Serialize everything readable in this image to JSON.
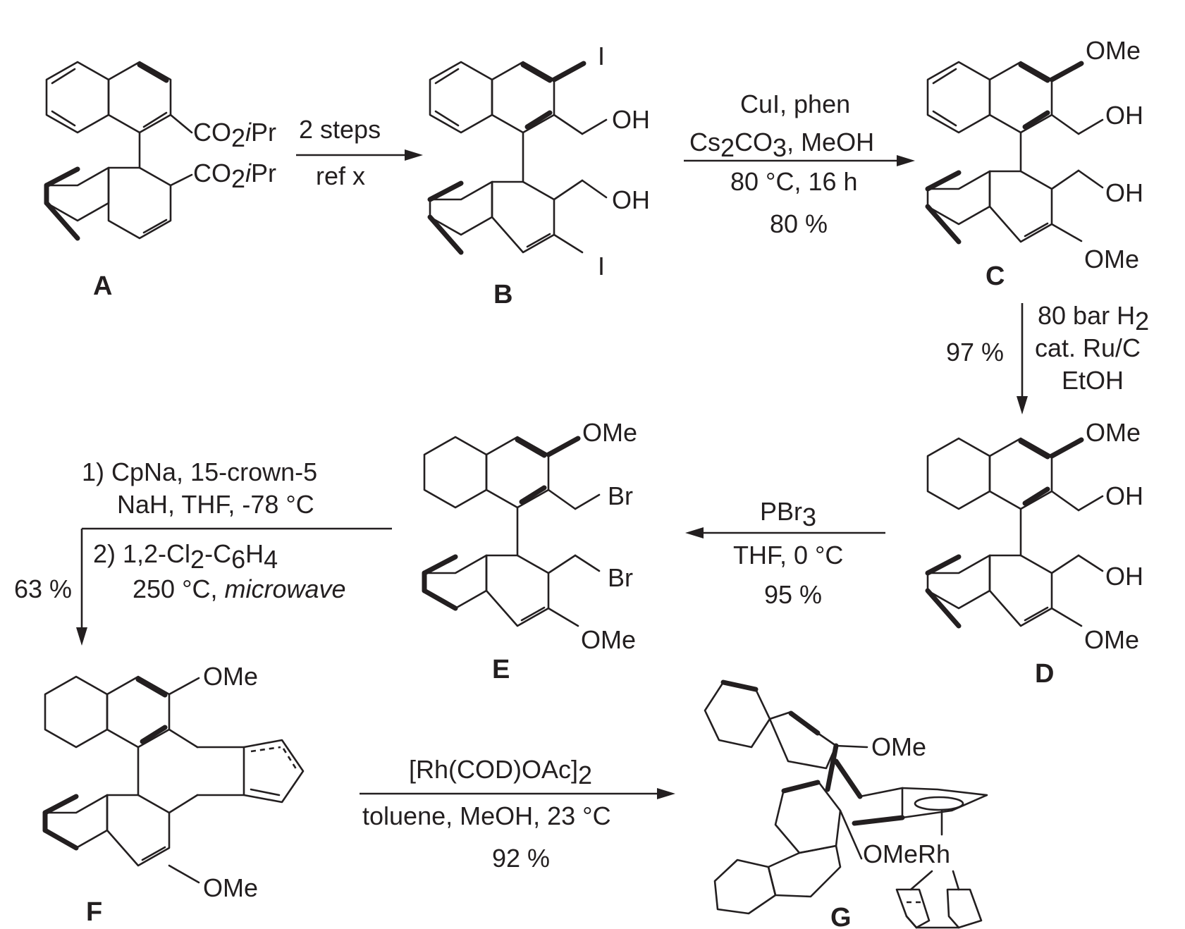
{
  "compounds": {
    "A": {
      "label": "A",
      "sub1": "CO",
      "sub1_2": "2",
      "sub1_3": "i",
      "sub1_4": "Pr"
    },
    "B": {
      "label": "B",
      "sub_i": "I",
      "sub_oh": "OH"
    },
    "C": {
      "label": "C",
      "sub_ome": "OMe",
      "sub_oh": "OH"
    },
    "D": {
      "label": "D",
      "sub_ome": "OMe",
      "sub_oh": "OH"
    },
    "E": {
      "label": "E",
      "sub_ome": "OMe",
      "sub_br": "Br"
    },
    "F": {
      "label": "F",
      "sub_ome": "OMe"
    },
    "G": {
      "label": "G",
      "sub_ome": "OMe",
      "sub_rh": "Rh",
      "sub_omerh": "OMeRh"
    }
  },
  "steps": {
    "a_to_b": {
      "line1": "2 steps",
      "line2": "ref x"
    },
    "b_to_c": {
      "line1": "CuI, phen",
      "line2_a": "Cs",
      "line2_b": "2",
      "line2_c": "CO",
      "line2_d": "3",
      "line2_e": ", MeOH",
      "line3": "80 °C, 16 h",
      "line4": "80 %"
    },
    "c_to_d": {
      "line1_a": "80 bar H",
      "line1_b": "2",
      "line2": "cat. Ru/C",
      "line3": "EtOH",
      "yield": "97 %"
    },
    "d_to_e": {
      "line1_a": "PBr",
      "line1_b": "3",
      "line2": "THF, 0 °C",
      "line3": "95 %"
    },
    "e_to_f": {
      "line1": "1) CpNa, 15-crown-5",
      "line2": "NaH, THF, -78 °C",
      "line3_a": "2) 1,2-Cl",
      "line3_b": "2",
      "line3_c": "-C",
      "line3_d": "6",
      "line3_e": "H",
      "line3_f": "4",
      "line4_a": "250 °C, ",
      "line4_b": "microwave",
      "yield": "63 %"
    },
    "f_to_g": {
      "line1_a": "[Rh(COD)OAc]",
      "line1_b": "2",
      "line2": "toluene, MeOH, 23 °C",
      "line3": "92 %"
    }
  }
}
